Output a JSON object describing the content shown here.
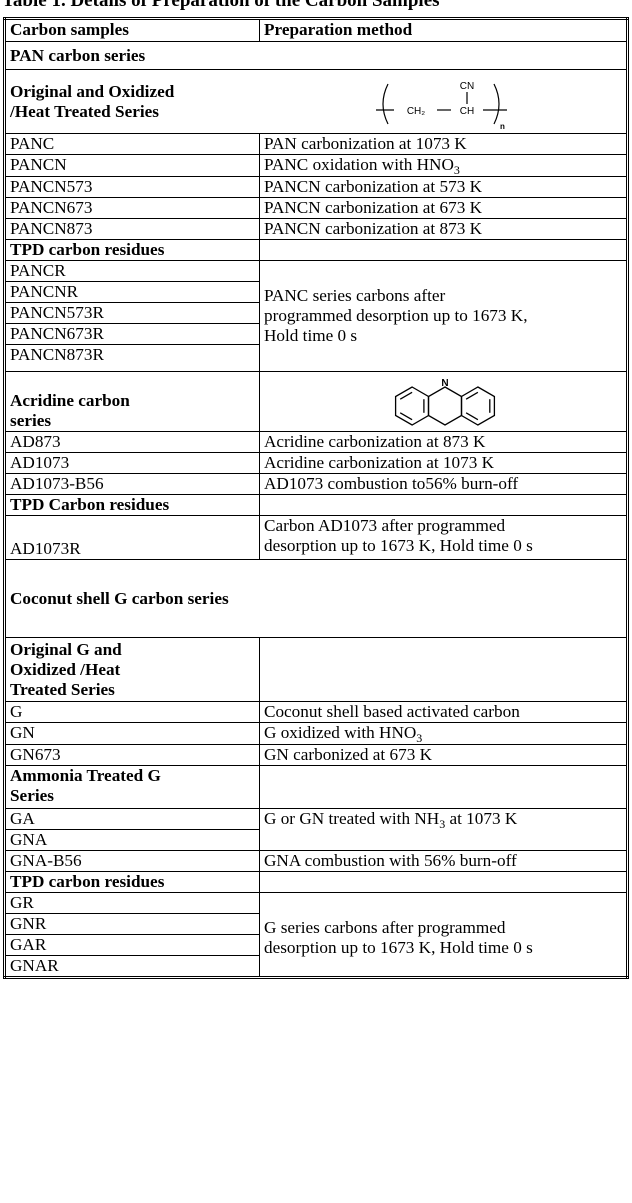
{
  "caption": "Table 1. Details of Preparation of the Carbon Samples",
  "columns": [
    "Carbon samples",
    "Preparation method"
  ],
  "pan": {
    "title": "PAN carbon series",
    "sub_title_1": "Original and Oxidized",
    "sub_title_2": "/Heat Treated Series",
    "structure": {
      "cn": "CN",
      "ch2": "CH₂",
      "ch": "CH",
      "n": "n"
    },
    "rows": [
      {
        "sample": "PANC",
        "method": "PAN carbonization at 1073 K"
      },
      {
        "sample": "PANCN",
        "method": "PANC oxidation with HNO",
        "sub": "3"
      },
      {
        "sample": "PANCN573",
        "method": "PANCN carbonization at 573 K"
      },
      {
        "sample": "PANCN673",
        "method": "PANCN carbonization at 673 K"
      },
      {
        "sample": "PANCN873",
        "method": "PANCN carbonization at 873 K"
      }
    ],
    "tpd_title": "TPD carbon residues",
    "tpd_samples": [
      "PANCR",
      "PANCNR",
      "PANCN573R",
      "PANCN673R",
      "PANCN873R"
    ],
    "tpd_method": [
      "PANC series carbons after",
      "programmed desorption up to 1673 K,",
      "Hold time 0 s"
    ]
  },
  "acridine": {
    "title_1": "Acridine  carbon",
    "title_2": "series",
    "structure_n": "N",
    "rows": [
      {
        "sample": "AD873",
        "method": "Acridine carbonization at 873 K"
      },
      {
        "sample": "AD1073",
        "method": "Acridine carbonization at 1073 K"
      },
      {
        "sample": "AD1073-B56",
        "method": "AD1073 combustion  to56% burn-off"
      }
    ],
    "tpd_title": "TPD Carbon residues",
    "tpd_sample": "AD1073R",
    "tpd_method": [
      "Carbon AD1073 after programmed",
      "desorption up to 1673 K, Hold time 0 s"
    ]
  },
  "coconut": {
    "title": "Coconut shell G carbon series",
    "orig_title": [
      "Original G and",
      "Oxidized /Heat",
      "Treated Series"
    ],
    "rows": [
      {
        "sample": "G",
        "method": "Coconut shell based activated carbon"
      },
      {
        "sample": "GN",
        "method": "G oxidized with HNO",
        "sub": "3"
      },
      {
        "sample": "GN673",
        "method": "GN carbonized at 673 K"
      }
    ],
    "ammonia_title": [
      "Ammonia Treated G",
      "Series"
    ],
    "ammonia_samples": [
      "GA",
      "GNA"
    ],
    "ammonia_method_pre": "G or GN treated with NH",
    "ammonia_method_sub": "3",
    "ammonia_method_post": " at 1073 K",
    "gnab": {
      "sample": "GNA-B56",
      "method": "GNA combustion with 56% burn-off"
    },
    "tpd_title": "TPD carbon residues",
    "tpd_samples": [
      "GR",
      "GNR",
      "GAR",
      "GNAR"
    ],
    "tpd_method": [
      "G series carbons after programmed",
      "desorption up to 1673 K, Hold time 0 s"
    ]
  }
}
